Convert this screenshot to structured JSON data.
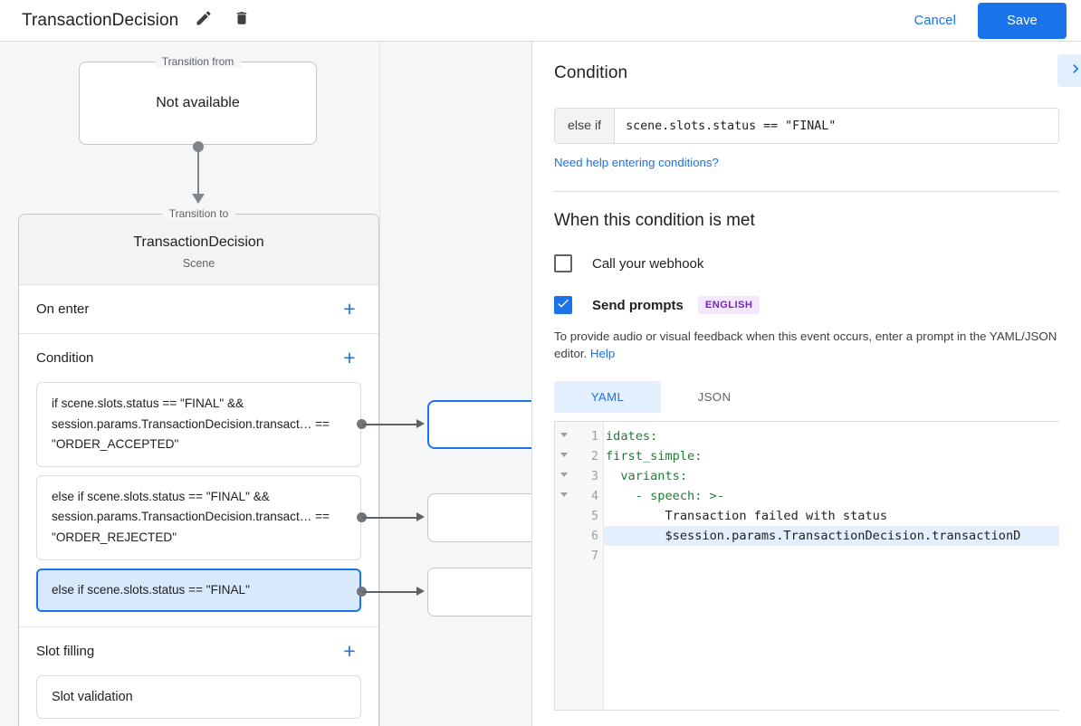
{
  "header": {
    "title": "TransactionDecision",
    "edit_icon": "pencil-icon",
    "delete_icon": "trash-icon",
    "cancel_label": "Cancel",
    "save_label": "Save",
    "accent_color": "#1a73e8"
  },
  "canvas": {
    "transition_from": {
      "legend": "Transition from",
      "value": "Not available"
    },
    "transition_to": {
      "legend": "Transition to",
      "title": "TransactionDecision",
      "subtitle": "Scene"
    },
    "sections": [
      {
        "label": "On enter",
        "add_label": "+"
      },
      {
        "label": "Condition",
        "add_label": "+"
      },
      {
        "label": "Slot filling",
        "add_label": "+"
      }
    ],
    "conditions": [
      {
        "text": "if scene.slots.status == \"FINAL\" && session.params.TransactionDecision.transact… == \"ORDER_ACCEPTED\"",
        "selected": false
      },
      {
        "text": "else if scene.slots.status == \"FINAL\" && session.params.TransactionDecision.transact… == \"ORDER_REJECTED\"",
        "selected": false
      },
      {
        "text": "else if scene.slots.status == \"FINAL\"",
        "selected": true
      }
    ],
    "slot_filling": {
      "label": "Slot filling",
      "item": "Slot validation"
    }
  },
  "right_panel": {
    "title": "Condition",
    "collapse_icon": "chevron-right-icon",
    "condition": {
      "prefix": "else if",
      "value": "scene.slots.status == \"FINAL\"",
      "help_link": "Need help entering conditions?"
    },
    "when_met": {
      "title": "When this condition is met",
      "webhook": {
        "label": "Call your webhook",
        "checked": false
      },
      "prompts": {
        "label": "Send prompts",
        "checked": true,
        "badge": "ENGLISH"
      },
      "description_before": "To provide audio or visual feedback when this event occurs, enter a prompt in the YAML/JSON editor. ",
      "description_link": "Help"
    },
    "editor": {
      "tabs": [
        {
          "label": "YAML",
          "active": true
        },
        {
          "label": "JSON",
          "active": false
        }
      ],
      "lines": [
        {
          "num": "1",
          "fold": true,
          "text": "idates:",
          "highlight": false,
          "type": "key"
        },
        {
          "num": "2",
          "fold": true,
          "text": "first_simple:",
          "highlight": false,
          "type": "key"
        },
        {
          "num": "3",
          "fold": true,
          "text": "  variants:",
          "highlight": false,
          "type": "key"
        },
        {
          "num": "4",
          "fold": true,
          "text": "    - speech: >-",
          "highlight": false,
          "type": "key"
        },
        {
          "num": "5",
          "fold": false,
          "text": "        Transaction failed with status",
          "highlight": false,
          "type": "plain"
        },
        {
          "num": "6",
          "fold": false,
          "text": "        $session.params.TransactionDecision.transactionD",
          "highlight": true,
          "type": "plain"
        },
        {
          "num": "7",
          "fold": false,
          "text": "",
          "highlight": false,
          "type": "plain"
        }
      ]
    }
  }
}
